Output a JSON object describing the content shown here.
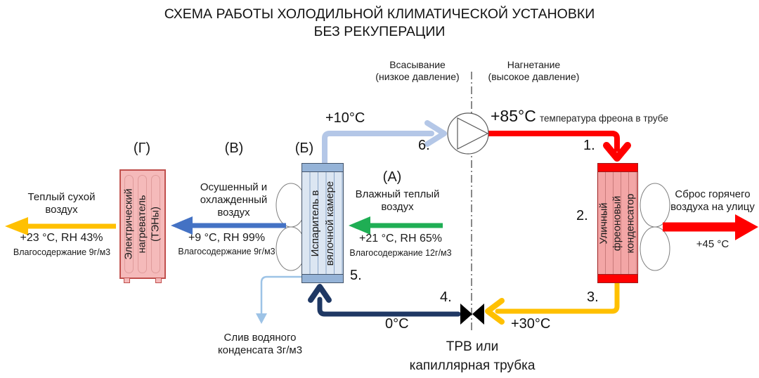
{
  "title": {
    "line1": "СХЕМА РАБОТЫ ХОЛОДИЛЬНОЙ КЛИМАТИЧЕСКОЙ УСТАНОВКИ",
    "line2": "БЕЗ РЕКУПЕРАЦИИ"
  },
  "zones": {
    "suction_line1": "Всасывание",
    "suction_line2": "(низкое давление)",
    "discharge_line1": "Нагнетание",
    "discharge_line2": "(высокое давление)"
  },
  "pipes": {
    "suction_temp": "+10°C",
    "discharge_temp": "+85°C",
    "discharge_note": "температура фреона в трубе",
    "liquid_temp": "+30°C",
    "expansion_temp": "0°C"
  },
  "points": {
    "n1": "1.",
    "n2": "2.",
    "n3": "3.",
    "n4": "4.",
    "n5": "5.",
    "n6": "6."
  },
  "blocks": {
    "heater": {
      "tag": "(Г)",
      "line1": "Электрический",
      "line2": "нагреватель",
      "line3": "(ТЭНы)"
    },
    "evaporator": {
      "tag": "(Б)",
      "line1": "Испаритель в",
      "line2": "вялочной камере"
    },
    "condenser": {
      "line1": "Уличный",
      "line2": "фреоновый",
      "line3": "конденсатор"
    }
  },
  "air": {
    "intake": {
      "tag": "(А)",
      "line1": "Влажный теплый",
      "line2": "воздух",
      "temp": "+21 °C, RH 65%",
      "moisture": "Влагосодержание 12г/м3"
    },
    "cooled": {
      "tag": "(В)",
      "line1": "Осушенный и",
      "line2": "охлажденный",
      "line3": "воздух",
      "temp": "+9 °C, RH 99%",
      "moisture": "Влагосодержание 9г/м3"
    },
    "heated": {
      "line1": "Теплый сухой",
      "line2": "воздух",
      "temp": "+23 °C, RH 43%",
      "moisture": "Влагосодержание 9г/м3"
    },
    "exhaust": {
      "line1": "Сброс горячего",
      "line2": "воздуха на улицу",
      "temp": "+45 °C"
    }
  },
  "drain": {
    "line1": "Слив водяного",
    "line2": "конденсата 3г/м3"
  },
  "valve": {
    "line1": "ТРВ или",
    "line2": "капиллярная трубка"
  },
  "colors": {
    "suction_pipe": "#b4c7e7",
    "discharge_pipe": "#ff0000",
    "liquid_pipe": "#ffc000",
    "expansion_pipe": "#1f3864",
    "drain_line": "#9dc3e6",
    "intake_arrow": "#1fae54",
    "cooled_arrow": "#4472c4",
    "heated_arrow": "#ffc000",
    "exhaust_arrow": "#ff0000",
    "heater_fill": "#f5baba",
    "heater_border": "#c0504d",
    "evaporator_fill": "#dce6f2",
    "evaporator_cap": "#95b3d7",
    "condenser_fill": "#f3a6a6",
    "condenser_cap": "#ff0000"
  }
}
